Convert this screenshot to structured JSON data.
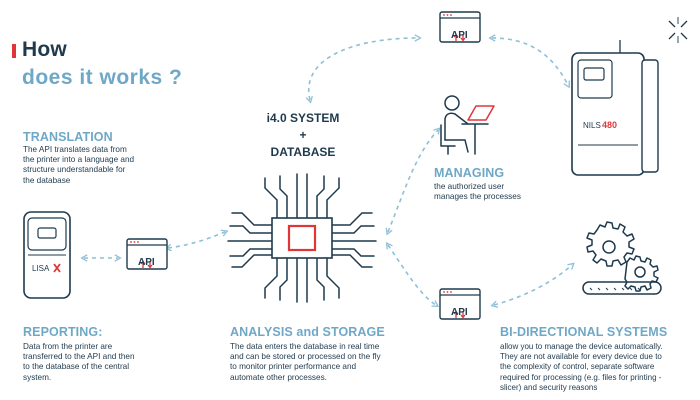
{
  "title": {
    "line1": "How",
    "line2": "does it works ?"
  },
  "center": {
    "line1": "i4.0 SYSTEM",
    "line2": "+",
    "line3": "DATABASE"
  },
  "api_label": "API",
  "sections": {
    "translation": {
      "title": "TRANSLATION",
      "lines": [
        "The API translates data from",
        "the printer into a language and",
        "structure understandable for",
        "the database"
      ]
    },
    "reporting": {
      "title": "REPORTING:",
      "lines": [
        "Data from the printer are",
        "transferred to the API and then",
        "to the database of the central",
        "system."
      ]
    },
    "analysis": {
      "title": "ANALYSIS and STORAGE",
      "lines": [
        "The data enters the database in real time",
        "and can be stored or processed on the fly",
        "to monitor printer performance and",
        "automate other processes."
      ]
    },
    "managing": {
      "title": "MANAGING",
      "lines": [
        "the authorized user",
        "manages the processes"
      ]
    },
    "bidirectional": {
      "title": "BI-DIRECTIONAL SYSTEMS",
      "lines": [
        "allow you to manage the device automatically.",
        "They are not available for every device due to",
        "the complexity of control, separate software",
        "required for processing (e.g. files for printing -",
        "slicer) and security reasons"
      ]
    }
  },
  "devices": {
    "left_printer_brand": "LISA",
    "right_printer_brand": "NILS",
    "right_printer_model": "480"
  },
  "colors": {
    "navy": "#1f3a4d",
    "light_blue": "#6fa8c7",
    "red": "#e0363a",
    "connector": "#8dbfd6"
  },
  "icons": [
    "logo-star-icon",
    "api-window-icon",
    "cpu-chip-icon",
    "user-at-laptop-icon",
    "gears-conveyor-icon",
    "printer-icon"
  ]
}
